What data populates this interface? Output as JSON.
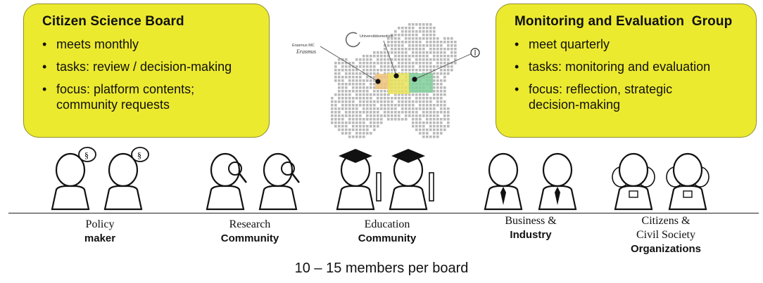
{
  "left_board": {
    "title": "Citizen Science Board",
    "items": [
      {
        "line1": "meets monthly",
        "line2": ""
      },
      {
        "line1": "tasks: review / decision-making",
        "line2": ""
      },
      {
        "line1": "focus: platform contents;",
        "line2": "community requests"
      }
    ]
  },
  "right_board": {
    "title": "Monitoring and Evaluation  Group",
    "items": [
      {
        "line1": "meet quarterly",
        "line2": ""
      },
      {
        "line1": "tasks: monitoring and evaluation",
        "line2": ""
      },
      {
        "line1": "focus: reflection, strategic",
        "line2": "decision-making"
      }
    ]
  },
  "map": {
    "label_left": "Erasmus MC",
    "label_left_sub": "Erasmus",
    "label_center": "Universitätsmedizin",
    "colors": {
      "map_dots": "#b9b9b9",
      "region_yellow": "#e9e25a",
      "region_green": "#7fcf9a",
      "region_orange": "#f0c27a"
    }
  },
  "stakeholders": [
    {
      "id": "policy",
      "line1": "Policy",
      "line2": "maker",
      "line3": ""
    },
    {
      "id": "research",
      "line1": "Research",
      "line2": "Community",
      "line3": ""
    },
    {
      "id": "education",
      "line1": "Education",
      "line2": "Community",
      "line3": ""
    },
    {
      "id": "business",
      "line1": "Business &",
      "line2": "Industry",
      "line3": ""
    },
    {
      "id": "citizens",
      "line1": "Citizens &",
      "line2": "Civil Society",
      "line3": "Organizations"
    }
  ],
  "footer": "10 – 15 members per board",
  "colors": {
    "board_fill": "#ecea2e",
    "board_border": "#8f8d2a"
  }
}
